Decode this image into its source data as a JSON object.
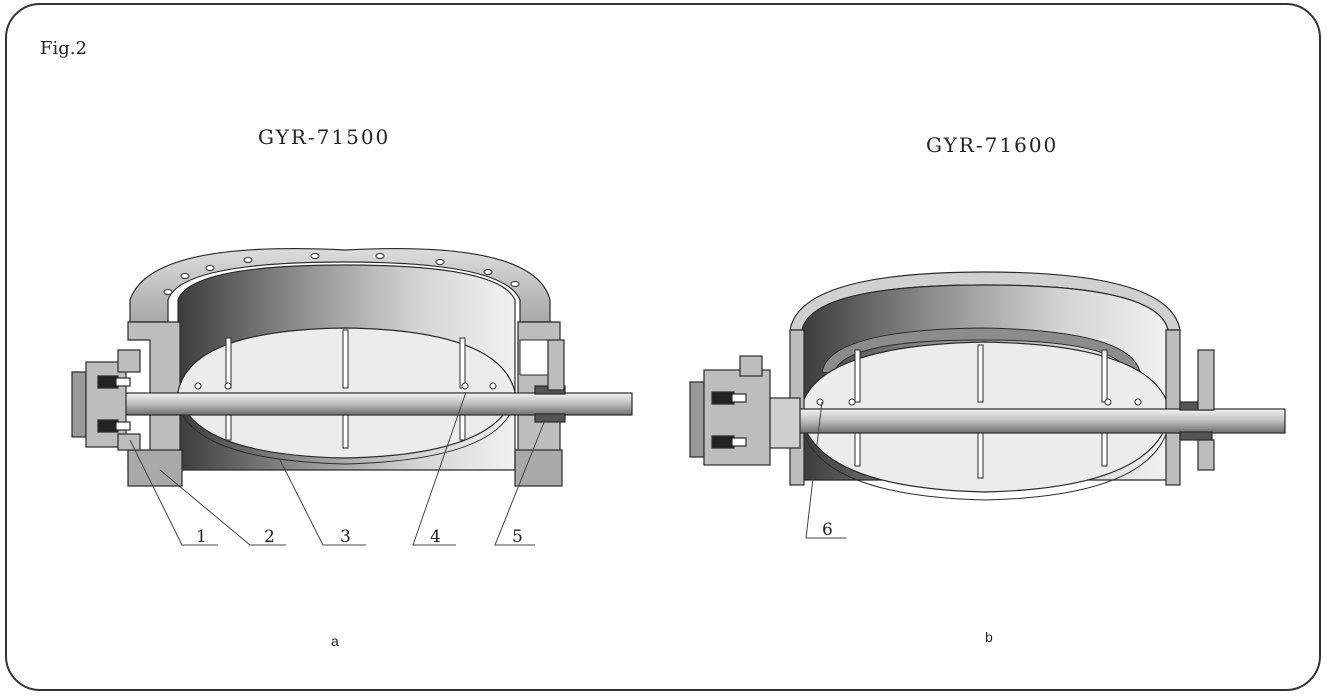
{
  "figure": {
    "label": "Fig.2",
    "frame_color": "#333333",
    "panels": [
      {
        "id": "a",
        "title": "GYR-71500",
        "caption": "a",
        "callouts": [
          "1",
          "2",
          "3",
          "4",
          "5"
        ]
      },
      {
        "id": "b",
        "title": "GYR-71600",
        "caption": "b",
        "callouts": [
          "6"
        ]
      }
    ]
  },
  "colors": {
    "metal_dark": "#555555",
    "metal_mid": "#9a9a9a",
    "metal_light": "#e6e6e6",
    "outline": "#2a2a2a",
    "leader": "#444444"
  }
}
